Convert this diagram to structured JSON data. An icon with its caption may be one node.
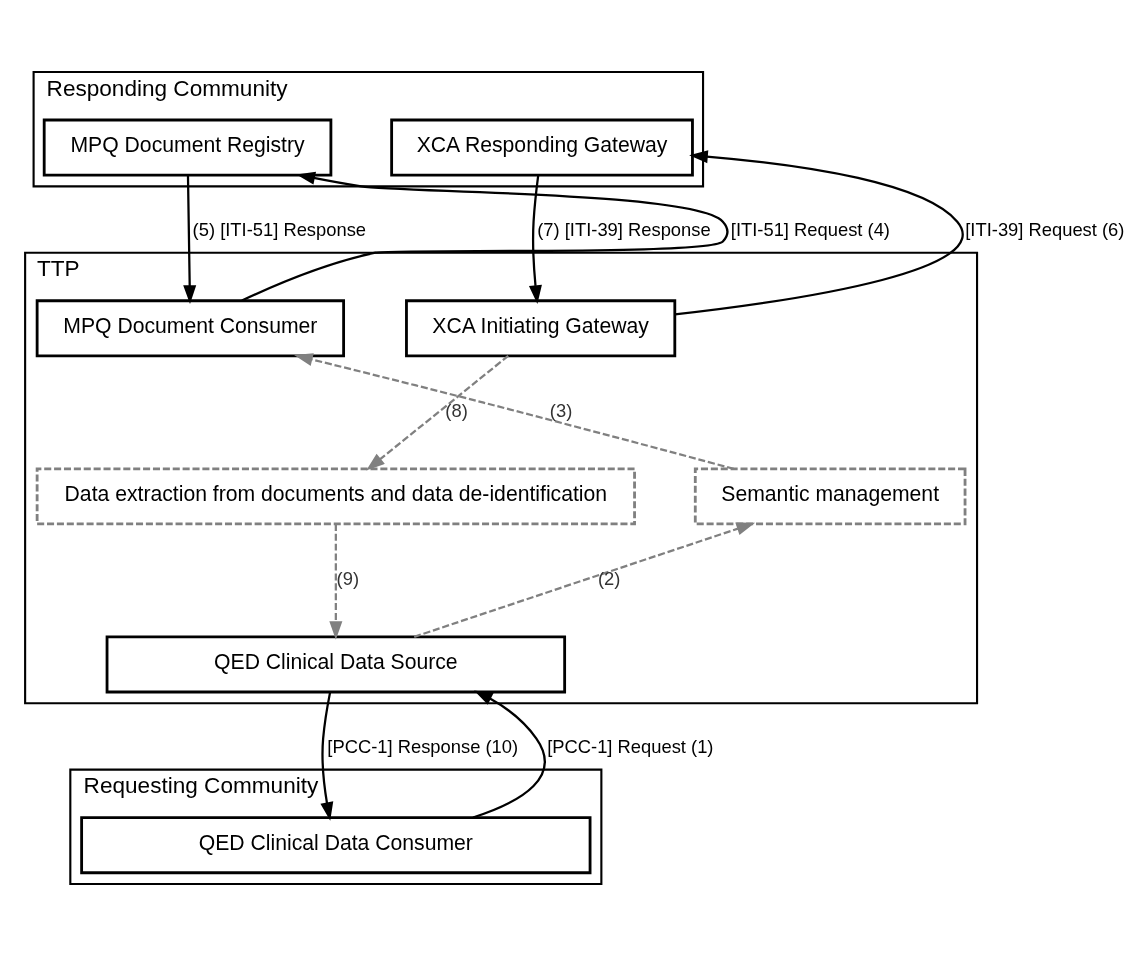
{
  "diagram": {
    "nodes": [
      {
        "text": [
          "Responding Community"
        ]
      },
      {
        "text": [
          "MPQ Document Registry"
        ],
        "in": 0
      },
      {
        "text": [
          "XCA Responding Gateway"
        ],
        "in": 0
      },
      {
        "text": [
          "TTP"
        ]
      },
      {
        "text": [
          "MPQ Document Consumer"
        ],
        "in": 3
      },
      {
        "text": [
          "XCA Initiating Gateway"
        ],
        "in": 3
      },
      {
        "text": [
          "Semantic management"
        ],
        "in": 3
      },
      {
        "text": [
          "Data extraction from documents and data de-identification"
        ],
        "in": 3
      },
      {
        "text": [
          "QED Clinical Data Source"
        ],
        "in": 3
      },
      {
        "text": [
          "Requesting Community"
        ]
      },
      {
        "text": [
          "QED Clinical Data Consumer"
        ],
        "in": 9
      }
    ],
    "edges": [
      {
        "from": 10,
        "to": 8,
        "arrow": "to",
        "label": "[PCC-1] Request (1)"
      },
      {
        "from": 8,
        "to": 6,
        "arrow": "to",
        "label": "(2)",
        "style": "dashed",
        "color": "#808080"
      },
      {
        "from": 6,
        "to": 4,
        "arrow": "to",
        "label": "(3)",
        "style": "dashed",
        "color": "#808080"
      },
      {
        "from": 4,
        "to": 1,
        "arrow": "to",
        "label": "[ITI-51] Request (4)"
      },
      {
        "from": 1,
        "to": 4,
        "arrow": "to",
        "label": "(5) [ITI-51] Response"
      },
      {
        "from": 5,
        "to": 2,
        "arrow": "to",
        "label": "[ITI-39] Request (6)"
      },
      {
        "from": 2,
        "to": 5,
        "arrow": "to",
        "label": "(7) [ITI-39] Response"
      },
      {
        "from": 5,
        "to": 7,
        "arrow": "to",
        "label": "(8)",
        "style": "dashed",
        "color": "#808080"
      },
      {
        "from": 7,
        "to": 8,
        "arrow": "to",
        "label": "(9)",
        "style": "dashed",
        "color": "#808080"
      },
      {
        "from": 8,
        "to": 10,
        "arrow": "to",
        "label": "[PCC-1] Response (10)"
      }
    ]
  }
}
